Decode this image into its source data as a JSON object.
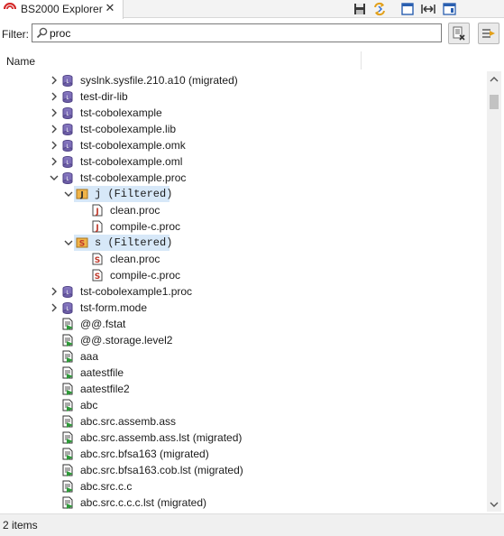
{
  "tab": {
    "title": "BS2000 Explorer",
    "close": "✕"
  },
  "toolbar": {
    "buttons": [
      "save-icon",
      "sync-icon",
      "minimize-icon",
      "fit-width-icon",
      "view-menu-icon"
    ]
  },
  "filter": {
    "label": "Filter:",
    "value": "proc",
    "placeholder": ""
  },
  "column": {
    "name": "Name"
  },
  "tree": {
    "rows": [
      {
        "label": "syslnk.sysfile.210.a10 (migrated)",
        "kind": "library",
        "expander": "collapsed",
        "level": 0
      },
      {
        "label": "test-dir-lib",
        "kind": "library",
        "expander": "collapsed",
        "level": 0
      },
      {
        "label": "tst-cobolexample",
        "kind": "library",
        "expander": "collapsed",
        "level": 0
      },
      {
        "label": "tst-cobolexample.lib",
        "kind": "library",
        "expander": "collapsed",
        "level": 0
      },
      {
        "label": "tst-cobolexample.omk",
        "kind": "library",
        "expander": "collapsed",
        "level": 0
      },
      {
        "label": "tst-cobolexample.oml",
        "kind": "library",
        "expander": "collapsed",
        "level": 0
      },
      {
        "label": "tst-cobolexample.proc",
        "kind": "library",
        "expander": "expanded",
        "level": 0
      },
      {
        "label": "j (Filtered)",
        "kind": "folder-j",
        "expander": "expanded",
        "level": 1,
        "highlighted": true
      },
      {
        "label": "clean.proc",
        "kind": "element-j",
        "expander": "none",
        "level": 2
      },
      {
        "label": "compile-c.proc",
        "kind": "element-j",
        "expander": "none",
        "level": 2
      },
      {
        "label": "s (Filtered)",
        "kind": "folder-s",
        "expander": "expanded",
        "level": 1,
        "highlighted": true
      },
      {
        "label": "clean.proc",
        "kind": "element-s",
        "expander": "none",
        "level": 2
      },
      {
        "label": "compile-c.proc",
        "kind": "element-s",
        "expander": "none",
        "level": 2
      },
      {
        "label": "tst-cobolexample1.proc",
        "kind": "library",
        "expander": "collapsed",
        "level": 0
      },
      {
        "label": "tst-form.mode",
        "kind": "library",
        "expander": "collapsed",
        "level": 0
      },
      {
        "label": "@@.fstat",
        "kind": "file",
        "expander": "none",
        "level": 0
      },
      {
        "label": "@@.storage.level2",
        "kind": "file",
        "expander": "none",
        "level": 0
      },
      {
        "label": "aaa",
        "kind": "file",
        "expander": "none",
        "level": 0
      },
      {
        "label": "aatestfile",
        "kind": "file",
        "expander": "none",
        "level": 0
      },
      {
        "label": "aatestfile2",
        "kind": "file",
        "expander": "none",
        "level": 0
      },
      {
        "label": "abc",
        "kind": "file",
        "expander": "none",
        "level": 0
      },
      {
        "label": "abc.src.assemb.ass",
        "kind": "file",
        "expander": "none",
        "level": 0
      },
      {
        "label": "abc.src.assemb.ass.lst (migrated)",
        "kind": "file",
        "expander": "none",
        "level": 0
      },
      {
        "label": "abc.src.bfsa163 (migrated)",
        "kind": "file",
        "expander": "none",
        "level": 0
      },
      {
        "label": "abc.src.bfsa163.cob.lst (migrated)",
        "kind": "file",
        "expander": "none",
        "level": 0
      },
      {
        "label": "abc.src.c.c",
        "kind": "file",
        "expander": "none",
        "level": 0
      },
      {
        "label": "abc.src.c.c.c.lst (migrated)",
        "kind": "file",
        "expander": "none",
        "level": 0
      }
    ]
  },
  "status": {
    "text": "2 items"
  },
  "colors": {
    "highlight": "#d7e8f8",
    "library_purple": "#6e5fa8",
    "file_green": "#2f9a3a",
    "folder_orange": "#f0b449",
    "element_red": "#c0392b"
  }
}
